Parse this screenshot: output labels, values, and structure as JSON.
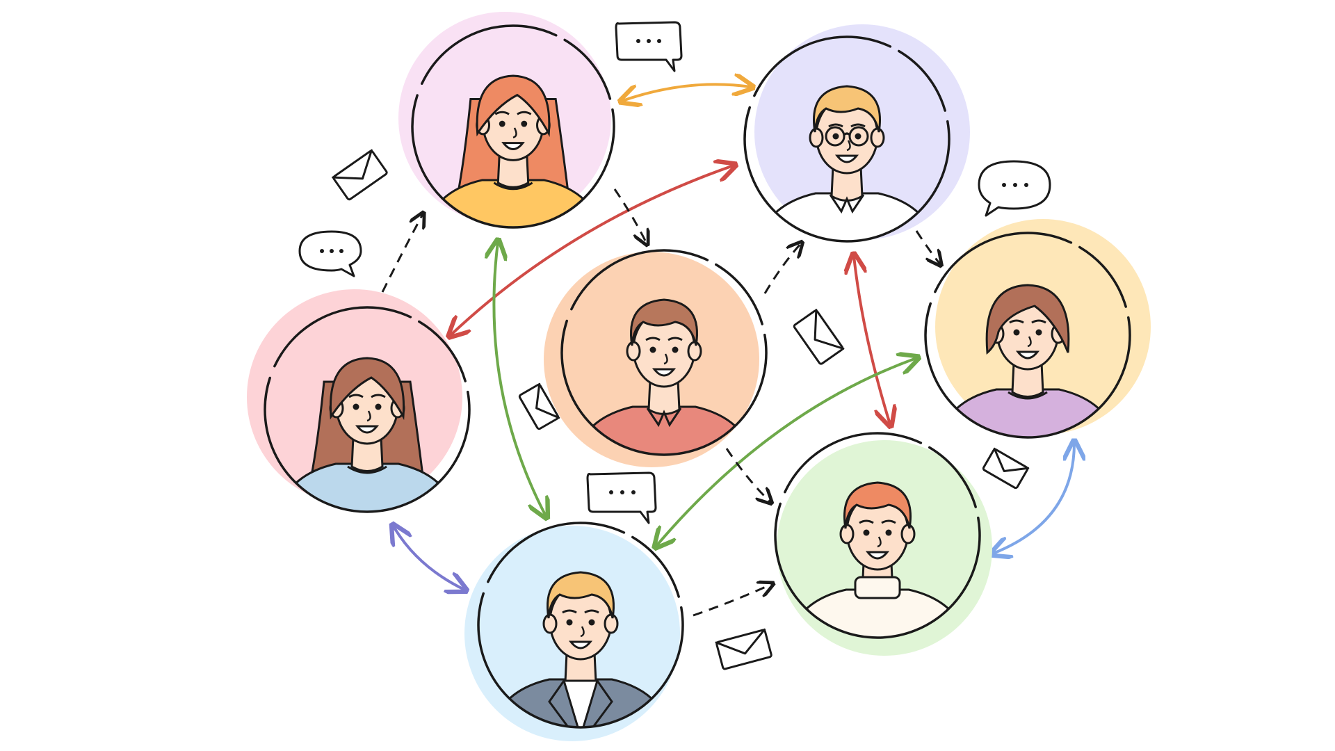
{
  "illustration": {
    "kind": "people-network",
    "people": [
      {
        "id": "woman-red-hair",
        "bg": "#f9e1f4",
        "hair": "#ee8a63",
        "shirt": "#ffc762",
        "skin": "#fde0cb",
        "gender": "female-long"
      },
      {
        "id": "man-glasses",
        "bg": "#e4e2fb",
        "hair": "#f7c476",
        "shirt": "#ffffff",
        "skin": "#fde0cb",
        "gender": "male-glasses"
      },
      {
        "id": "man-center",
        "bg": "#fcd2b3",
        "hair": "#b7775c",
        "shirt": "#e8887c",
        "skin": "#fde0cb",
        "gender": "male"
      },
      {
        "id": "woman-brown-bob",
        "bg": "#fee7b8",
        "hair": "#b27059",
        "shirt": "#d5b1dd",
        "skin": "#fde0cb",
        "gender": "female-bob"
      },
      {
        "id": "woman-brown-long",
        "bg": "#fdd3d7",
        "hair": "#b27059",
        "shirt": "#bbd8ec",
        "skin": "#fde0cb",
        "gender": "female-long"
      },
      {
        "id": "man-suit",
        "bg": "#d9effc",
        "hair": "#f7c476",
        "shirt": "#7b8b9f",
        "skin": "#fde0cb",
        "gender": "male-suit"
      },
      {
        "id": "man-turtleneck",
        "bg": "#e0f5d6",
        "hair": "#ee8a63",
        "shirt": "#fef8ee",
        "skin": "#fde0cb",
        "gender": "male-turtleneck"
      }
    ],
    "connection_colors": {
      "orange": "#f0a93c",
      "red": "#d04b46",
      "green": "#6ea94a",
      "purple": "#7b79cf",
      "blue": "#7ea6e8",
      "dashed": "#1a1a1a"
    },
    "icons": [
      "envelope-icon",
      "chat-bubble-icon"
    ]
  }
}
